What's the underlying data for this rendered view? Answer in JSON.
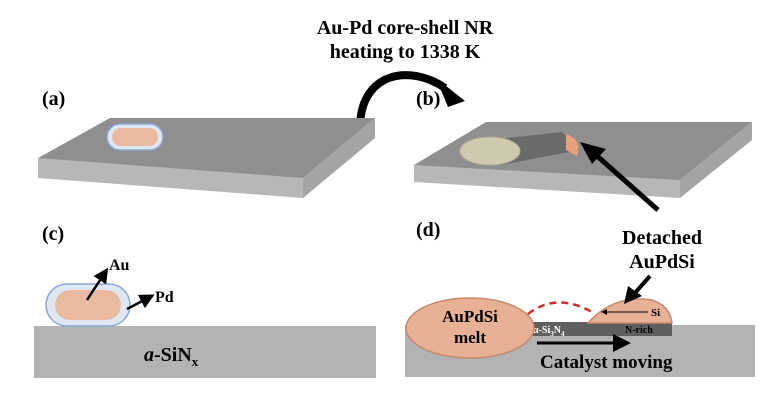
{
  "title": {
    "line1": "Au-Pd core-shell NR",
    "line2": "heating to 1338 K"
  },
  "panels": {
    "a": {
      "label": "(a)"
    },
    "b": {
      "label": "(b)"
    },
    "c": {
      "label": "(c)",
      "au_label": "Au",
      "pd_label": "Pd",
      "substrate_label_prefix": "a",
      "substrate_label_main": "-SiN",
      "substrate_label_sub": "x"
    },
    "d": {
      "label": "(d)",
      "melt_line1": "AuPdSi",
      "melt_line2": "melt",
      "asin_prefix": "α-Si",
      "asin_sub1": "3",
      "asin_mid": "N",
      "asin_sub2": "4",
      "si_label": "Si",
      "nrich_label": "N-rich",
      "detached_line1": "Detached",
      "detached_line2": "AuPdSi",
      "catalyst_label": "Catalyst moving"
    }
  },
  "colors": {
    "slab_top": "#8f8f8f",
    "slab_front": "#b7b7b7",
    "slab_side": "#a4a4a4",
    "pd_shell": "#dfe7f4",
    "pd_shell_edge": "#8aa7d6",
    "au_core": "#e9b9a0",
    "melt": "#e8b094",
    "melt_edge": "#c58a6c",
    "olive": "#cfc9b0",
    "track": "#5f5f5f",
    "dashed_arc": "#d22a2a",
    "substrate": "#b3b3b3"
  },
  "icons": [
    "curved-arrow-icon",
    "pointer-arrow-icon",
    "direction-arrow-icon"
  ]
}
